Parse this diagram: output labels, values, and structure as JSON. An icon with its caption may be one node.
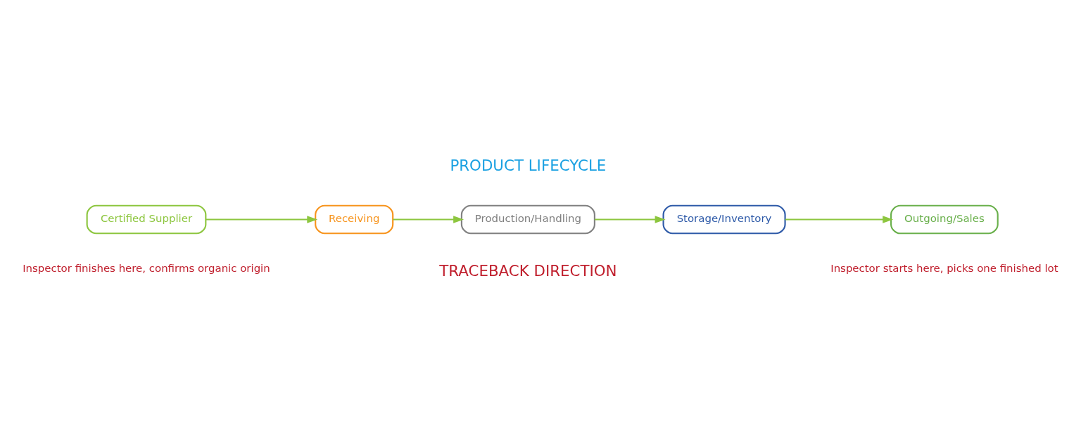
{
  "diagram": {
    "nodes": [
      {
        "text": [
          "Certified Supplier"
        ]
      },
      {
        "text": [
          "Receiving"
        ]
      },
      {
        "text": [
          "Production/Handling"
        ]
      },
      {
        "text": [
          "Storage/Inventory"
        ]
      },
      {
        "text": [
          "Outgoing/Sales"
        ]
      }
    ],
    "edges": [
      {
        "from": 0,
        "to": 1,
        "arrow": "to"
      },
      {
        "from": 1,
        "to": 2,
        "arrow": "to"
      },
      {
        "from": 2,
        "to": 3,
        "arrow": "to"
      },
      {
        "from": 3,
        "to": 4,
        "arrow": "to"
      }
    ],
    "labels": [
      "PRODUCT LIFECYCLE",
      "TRACEBACK DIRECTION",
      "Inspector finishes here, confirms organic origin",
      "Inspector starts here, picks one finished lot"
    ]
  }
}
